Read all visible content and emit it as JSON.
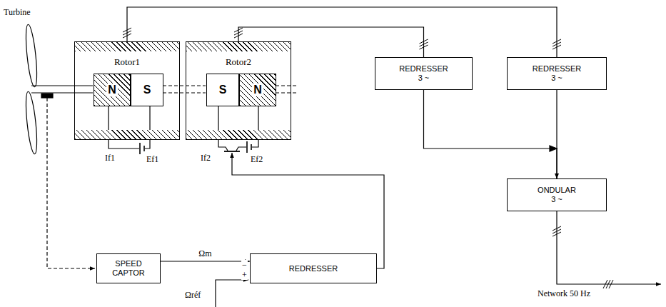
{
  "diagram": {
    "nodes": [
      {
        "text": [
          "Rotor1"
        ]
      },
      {
        "text": [
          "N"
        ],
        "in": 0
      },
      {
        "text": [
          "S"
        ],
        "in": 0
      },
      {
        "text": [
          "Rotor2"
        ]
      },
      {
        "text": [
          "S"
        ],
        "in": 3
      },
      {
        "text": [
          "N"
        ],
        "in": 3
      },
      {
        "text": [
          "REDRESSER 3 ~"
        ]
      },
      {
        "text": [
          "REDRESSER 3 ~"
        ]
      },
      {
        "text": [
          "ONDULAR 3 ~"
        ]
      },
      {
        "text": [
          "SPEED CAPTOR"
        ]
      },
      {
        "text": [
          "REDRESSER"
        ]
      }
    ],
    "edges": [
      {
        "from": 0,
        "to": 7,
        "arrow": "none"
      },
      {
        "from": 3,
        "to": 6,
        "arrow": "none"
      },
      {
        "from": 6,
        "to": 8,
        "arrow": "to"
      },
      {
        "from": 7,
        "to": 8,
        "arrow": "to"
      },
      {
        "from": 9,
        "to": 10,
        "label": "Ωm",
        "arrow": "to"
      }
    ],
    "labels": [
      "Turbine",
      "If1",
      "Ef1",
      "If2",
      "Ef2",
      "−",
      "Ωréf",
      "+",
      "Network 50 Hz"
    ]
  }
}
